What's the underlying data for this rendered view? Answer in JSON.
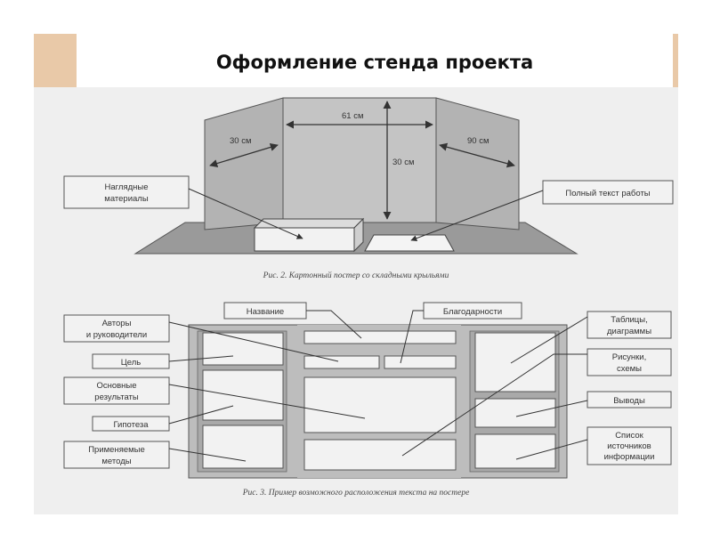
{
  "title": "Оформление стенда проекта",
  "figure2": {
    "dim_left": "30 см",
    "dim_center": "61 см",
    "dim_right": "90 см",
    "dim_height": "30 см",
    "label_materials_line1": "Наглядные",
    "label_materials_line2": "материалы",
    "label_fulltext": "Полный текст работы",
    "caption": "Рис. 2. Картонный постер со складными крыльями"
  },
  "figure3": {
    "label_authors_line1": "Авторы",
    "label_authors_line2": "и руководители",
    "label_goal": "Цель",
    "label_results_line1": "Основные",
    "label_results_line2": "результаты",
    "label_hypothesis": "Гипотеза",
    "label_methods_line1": "Применяемые",
    "label_methods_line2": "методы",
    "label_name": "Название",
    "label_thanks": "Благодарности",
    "label_tables_line1": "Таблицы,",
    "label_tables_line2": "диаграммы",
    "label_figures_line1": "Рисунки,",
    "label_figures_line2": "схемы",
    "label_conclusions": "Выводы",
    "label_sources_line1": "Список",
    "label_sources_line2": "источников",
    "label_sources_line3": "информации",
    "caption": "Рис. 3. Пример возможного расположения текста на постере"
  },
  "colors": {
    "title_band": "#e9c9a8",
    "board": "#c4c4c4",
    "board_dark": "#b3b3b3",
    "floor": "#9a9a9a",
    "box": "#f2f2f2",
    "line": "#333333"
  }
}
